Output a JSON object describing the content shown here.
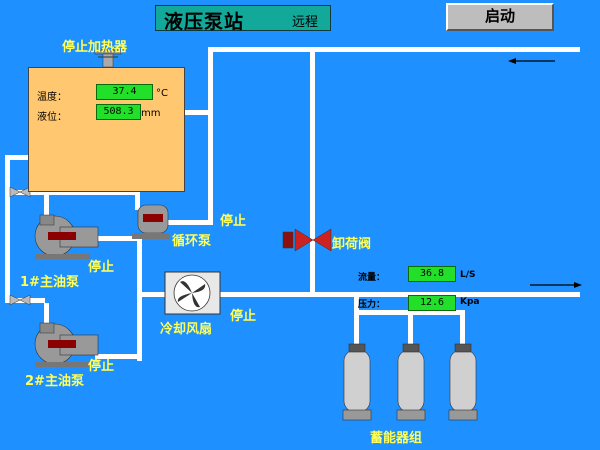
{
  "title": {
    "main": "液压泵站",
    "mode": "远程"
  },
  "start_button": {
    "label": "启动"
  },
  "heater": {
    "status": "停止",
    "name": "加热器"
  },
  "tank": {
    "temp_label": "温度：",
    "temp_value": "37.4",
    "temp_unit": "°C",
    "level_label": "液位：",
    "level_value": "508.3",
    "level_unit": "mm"
  },
  "circulation_pump": {
    "status": "停止",
    "name": "循环泵"
  },
  "main_pump_1": {
    "status": "停止",
    "name": "1#主油泵"
  },
  "main_pump_2": {
    "status": "停止",
    "name": "2#主油泵"
  },
  "cooling_fan": {
    "status": "停止",
    "name": "冷却风扇"
  },
  "unload_valve": {
    "name": "卸荷阀"
  },
  "flow": {
    "label": "流量：",
    "value": "36.8",
    "unit": "L/S"
  },
  "pressure": {
    "label": "压力：",
    "value": "12.6",
    "unit": "Kpa"
  },
  "accumulator": {
    "name": "蓄能器组"
  },
  "colors": {
    "background": "#1E90FF",
    "pipe": "#FFFFFF",
    "value_box": "#22E02A",
    "tank": "#FFC870",
    "status_text": "#FFFF55"
  },
  "icons": [
    "heater-icon",
    "pump-icon",
    "fan-icon",
    "valve-icon",
    "accumulator-icon",
    "arrow-left-icon",
    "arrow-right-icon"
  ]
}
